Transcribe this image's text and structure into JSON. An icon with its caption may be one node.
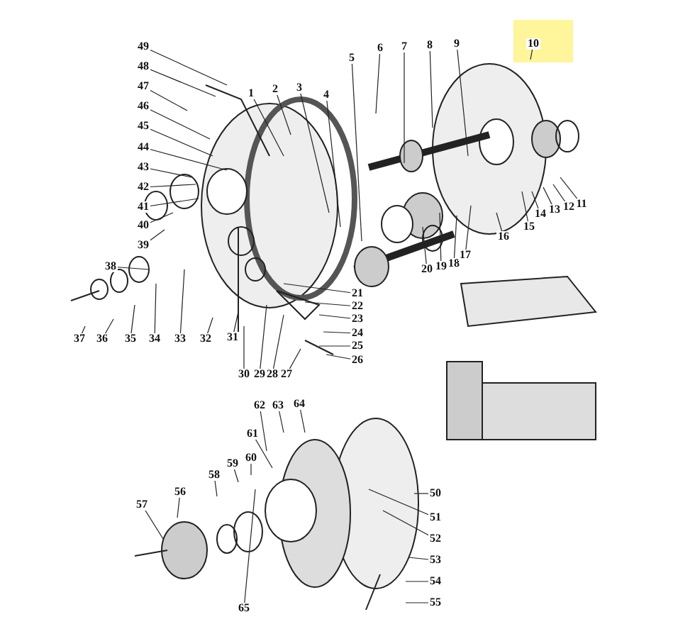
{
  "diagram": {
    "labels": [
      "49",
      "48",
      "47",
      "46",
      "45",
      "44",
      "43",
      "42",
      "41",
      "40",
      "39",
      "38",
      "1",
      "2",
      "3",
      "4",
      "5",
      "6",
      "7",
      "8",
      "9",
      "10",
      "20",
      "19",
      "18",
      "17",
      "16",
      "15",
      "14",
      "13",
      "12",
      "11",
      "21",
      "22",
      "23",
      "24",
      "25",
      "26",
      "37",
      "36",
      "35",
      "34",
      "33",
      "32",
      "31",
      "30",
      "29",
      "28",
      "27",
      "62",
      "63",
      "64",
      "61",
      "60",
      "59",
      "58",
      "56",
      "57",
      "50",
      "51",
      "52",
      "53",
      "54",
      "55",
      "65"
    ]
  }
}
